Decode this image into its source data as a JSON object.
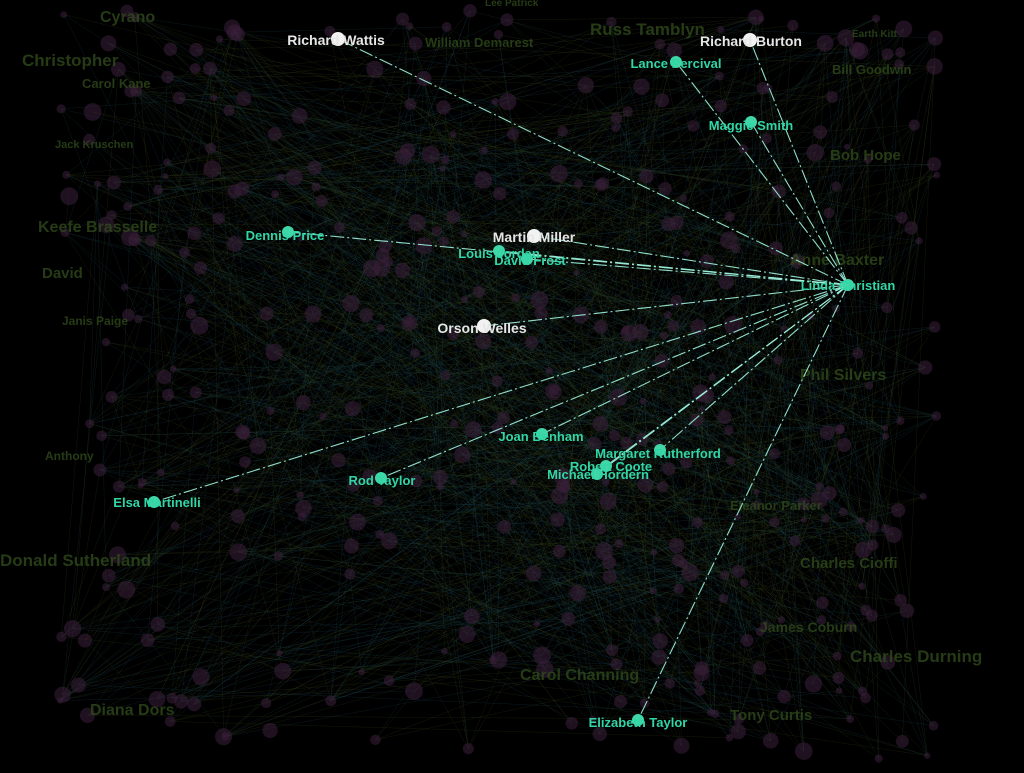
{
  "colors": {
    "background": "#000000",
    "focus_node": "#3fd6a8",
    "highlight_edge": "#9ff5df",
    "neighbor_label": "#32d6a6",
    "white_label": "#e6e6e6",
    "bg_node": "#3a1f3a",
    "bg_label": "#2f4a1a",
    "bg_edge_a": "#1e4a5a",
    "bg_edge_b": "#3a4a1a"
  },
  "focus": {
    "label": "Linda Christian"
  },
  "highlighted_nodes": [
    {
      "label": "Richard Wattis",
      "style": "white"
    },
    {
      "label": "Richard Burton",
      "style": "white"
    },
    {
      "label": "Lance Percival",
      "style": "green"
    },
    {
      "label": "Maggie Smith",
      "style": "green"
    },
    {
      "label": "Dennis Price",
      "style": "green"
    },
    {
      "label": "Martin Miller",
      "style": "white"
    },
    {
      "label": "Louis Jordan",
      "style": "green"
    },
    {
      "label": "David Frost",
      "style": "green"
    },
    {
      "label": "Orson Welles",
      "style": "white"
    },
    {
      "label": "Joan Benham",
      "style": "green"
    },
    {
      "label": "Margaret Rutherford",
      "style": "green"
    },
    {
      "label": "Robert Coote",
      "style": "green"
    },
    {
      "label": "Michael Hordern",
      "style": "green"
    },
    {
      "label": "Rod Taylor",
      "style": "green"
    },
    {
      "label": "Elsa Martinelli",
      "style": "green"
    },
    {
      "label": "Elizabeth Taylor",
      "style": "green"
    }
  ],
  "background_labels": [
    "Cyrano",
    "William Demarest",
    "Lee Patrick",
    "Earth Kitt",
    "Bill Goodwin",
    "Christopher",
    "Jack Kruschen",
    "Keefe Brasselle",
    "David",
    "Janis Paige",
    "Donald Sutherland",
    "Charles Cioffi",
    "Charles Durning",
    "James Coburn",
    "Anthony",
    "Carol Channing",
    "Russ Tamblyn",
    "Anne Baxter",
    "Eleanor Parker",
    "Diana Dors",
    "Tony Curtis",
    "Phil Silvers",
    "Carol Kane",
    "Bob Hope"
  ]
}
